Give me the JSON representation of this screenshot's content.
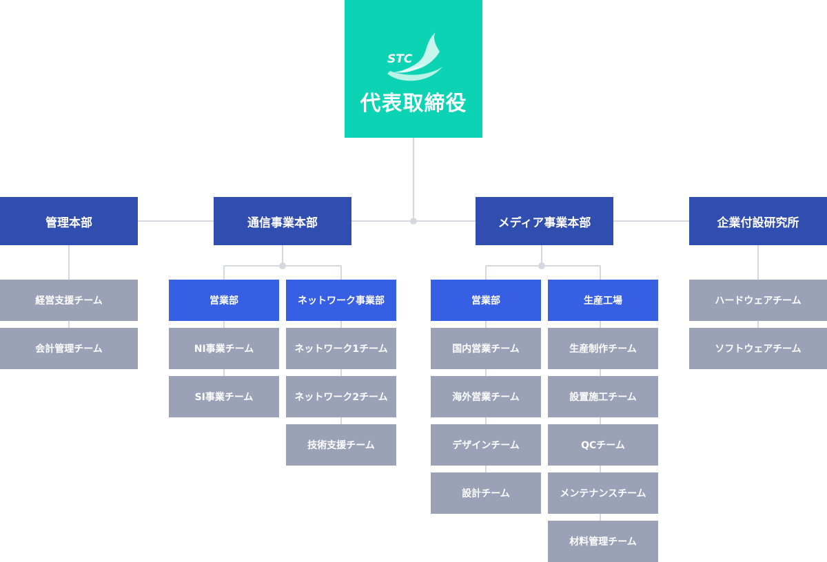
{
  "ceo": {
    "logo_text": "STC",
    "title": "代表取締役"
  },
  "colors": {
    "ceo": "#0bd3b3",
    "division": "#304db0",
    "department": "#375fe3",
    "team": "#9ba1b7",
    "line": "#d6d8e0"
  },
  "divisions": [
    {
      "label": "管理本部",
      "teams": [
        "経営支援チーム",
        "会計管理チーム"
      ]
    },
    {
      "label": "通信事業本部",
      "departments": [
        {
          "label": "営業部",
          "teams": [
            "NI事業チーム",
            "SI事業チーム"
          ]
        },
        {
          "label": "ネットワーク事業部",
          "teams": [
            "ネットワーク1チーム",
            "ネットワーク2チーム",
            "技術支援チーム"
          ]
        }
      ]
    },
    {
      "label": "メディア事業本部",
      "departments": [
        {
          "label": "営業部",
          "teams": [
            "国内営業チーム",
            "海外営業チーム",
            "デザインチーム",
            "設計チーム"
          ]
        },
        {
          "label": "生産工場",
          "teams": [
            "生産制作チーム",
            "設置施工チーム",
            "QCチーム",
            "メンテナンスチーム",
            "材料管理チーム"
          ]
        }
      ]
    },
    {
      "label": "企業付設研究所",
      "teams": [
        "ハードウェアチーム",
        "ソフトウェアチーム"
      ]
    }
  ]
}
